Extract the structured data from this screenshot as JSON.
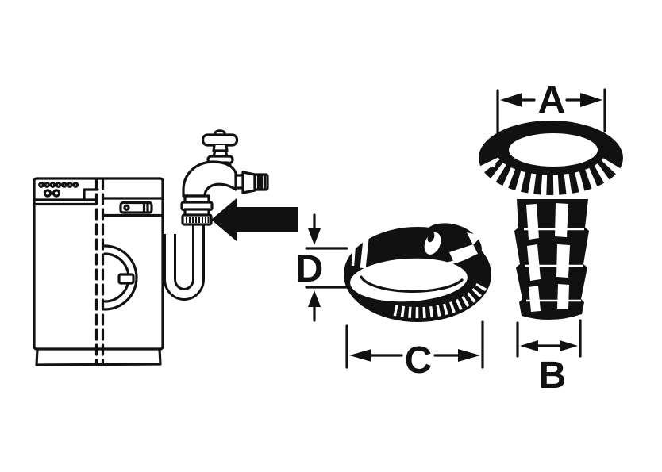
{
  "diagram": {
    "background_color": "#ffffff",
    "ink_color": "#111111",
    "labels": {
      "a": "A",
      "b": "B",
      "c": "C",
      "d": "D"
    },
    "dimension_targets": {
      "a": "adapter-nut-top-outer-diameter",
      "b": "adapter-hose-tail-diameter",
      "c": "hose-clamp-outer-diameter",
      "d": "hose-clamp-band-width"
    },
    "parts": {
      "washing_machine": "washing-machine",
      "tap": "water-tap",
      "fill_hose": "fill-hose",
      "tap_connector": "tap-hose-connector",
      "pointer_arrow": "connection-pointer-arrow",
      "hose_clamp": "worm-drive-hose-clamp",
      "hose_adapter": "threaded-hose-adapter"
    }
  }
}
